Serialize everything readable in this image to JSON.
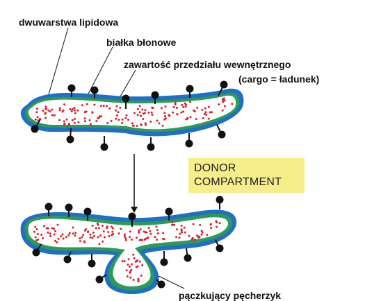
{
  "labels": {
    "bilayer": "dwuwarstwa lipidowa",
    "proteins": "białka błonowe",
    "contents": "zawartość przedziału wewnętrznego",
    "cargo": "(cargo = ładunek)",
    "budding": "pączkujący pęcherzyk"
  },
  "donor_box": {
    "line1": "DONOR",
    "line2": "COMPARTMENT"
  },
  "colors": {
    "outer_membrane": "#1f6fc5",
    "inner_membrane": "#2f9a55",
    "lumen": "#ffffff",
    "cargo_dots": "#d81e2a",
    "protein": "#111111",
    "label_box": "#f6ee8b"
  }
}
